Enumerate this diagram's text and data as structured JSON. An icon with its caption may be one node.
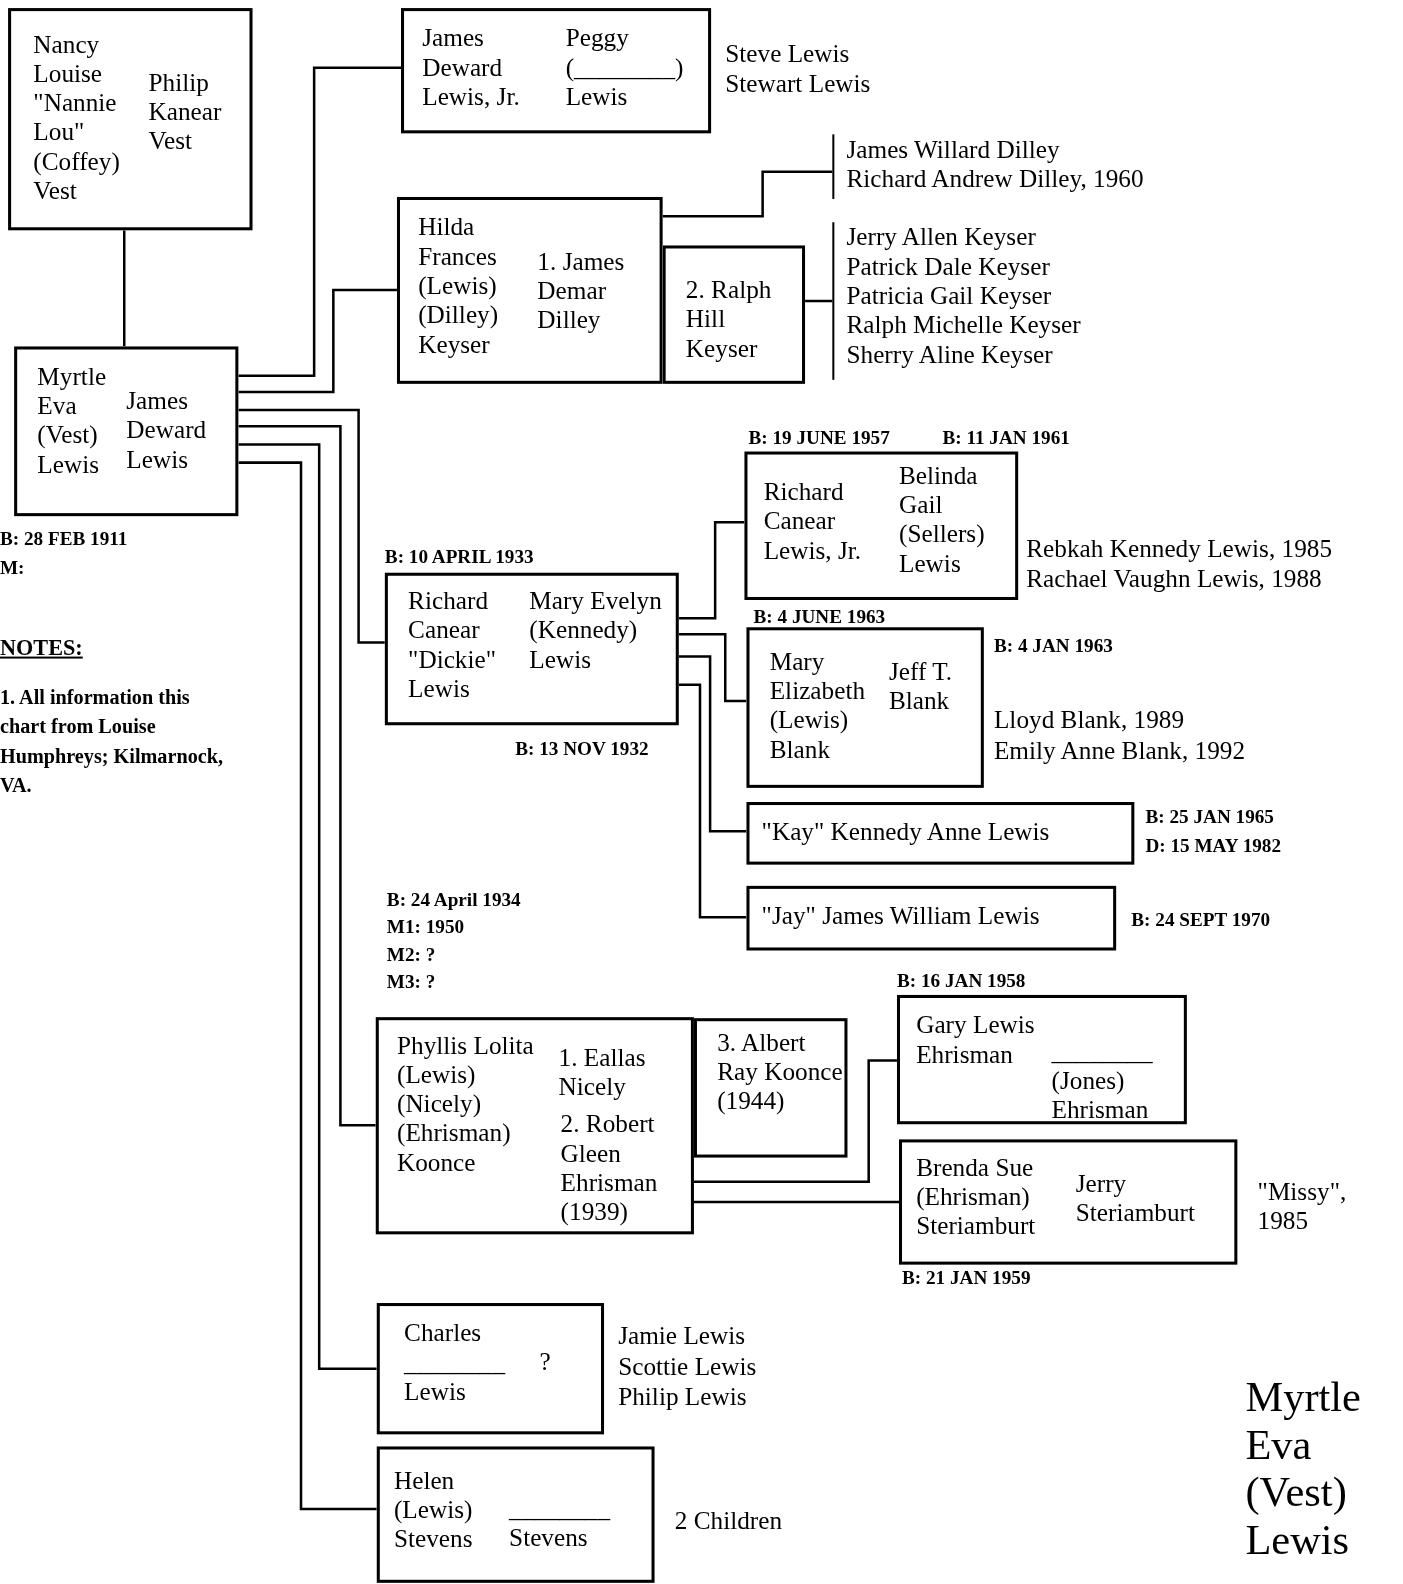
{
  "diagram": {
    "title": "Myrtle Eva (Vest) Lewis",
    "nodes": [
      {
        "text": [
          "Nancy Louise \"Nannie Lou\" (Coffey) Vest",
          "Philip Kanear Vest"
        ]
      },
      {
        "text": [
          "Myrtle Eva (Vest) Lewis",
          "James Deward Lewis"
        ],
        "beside": [
          "B: 28 FEB 1911",
          "M:"
        ]
      },
      {
        "text": [
          "James Deward Lewis, Jr.",
          "Peggy (________) Lewis"
        ],
        "beside": [
          "Steve Lewis",
          "Stewart Lewis"
        ]
      },
      {
        "text": [
          "Hilda Frances (Lewis) (Dilley) Keyser",
          "1. James Demar Dilley"
        ]
      },
      {
        "text": [
          "2. Ralph Hill Keyser"
        ]
      },
      {
        "text": [
          "James Willard Dilley",
          "Richard Andrew Dilley, 1960"
        ]
      },
      {
        "text": [
          "Jerry Allen Keyser",
          "Patrick Dale Keyser",
          "Patricia Gail Keyser",
          "Ralph Michelle Keyser",
          "Sherry Aline Keyser"
        ]
      },
      {
        "text": [
          "Richard Canear \"Dickie\" Lewis",
          "Mary Evelyn (Kennedy) Lewis"
        ],
        "beside": [
          "B: 10 APRIL 1933",
          "B: 13 NOV 1932"
        ]
      },
      {
        "text": [
          "Richard Canear Lewis, Jr.",
          "Belinda Gail (Sellers) Lewis"
        ],
        "beside": [
          "B: 19 JUNE 1957",
          "B: 11 JAN 1961",
          "Rebkah Kennedy Lewis, 1985",
          "Rachael Vaughn Lewis, 1988"
        ]
      },
      {
        "text": [
          "Mary Elizabeth (Lewis) Blank",
          "Jeff T. Blank"
        ],
        "beside": [
          "B: 4 JUNE 1963",
          "B: 4 JAN 1963",
          "Lloyd Blank, 1989",
          "Emily Anne Blank, 1992"
        ]
      },
      {
        "text": [
          "\"Kay\" Kennedy Anne Lewis"
        ],
        "beside": [
          "B: 25 JAN 1965",
          "D: 15 MAY 1982"
        ]
      },
      {
        "text": [
          "\"Jay\" James William Lewis"
        ],
        "beside": [
          "B: 24 SEPT 1970"
        ]
      },
      {
        "text": [
          "Phyllis Lolita (Lewis) (Nicely) (Ehrisman) Koonce",
          "1. Eallas Nicely",
          "2. Robert Gleen Ehrisman (1939)"
        ],
        "beside": [
          "B: 24 April 1934",
          "M1: 1950",
          "M2: ?",
          "M3: ?"
        ]
      },
      {
        "text": [
          "3. Albert Ray Koonce (1944)"
        ]
      },
      {
        "text": [
          "Gary Lewis Ehrisman",
          "________ (Jones) Ehrisman"
        ],
        "beside": [
          "B: 16 JAN 1958"
        ]
      },
      {
        "text": [
          "Brenda Sue (Ehrisman) Steriamburt",
          "Jerry Steriamburt"
        ],
        "beside": [
          "B: 21 JAN 1959",
          "\"Missy\", 1985"
        ]
      },
      {
        "text": [
          "Charles ________ Lewis",
          "?"
        ],
        "beside": [
          "Jamie Lewis",
          "Scottie Lewis",
          "Philip Lewis"
        ]
      },
      {
        "text": [
          "Helen (Lewis) Stevens",
          "________ Stevens"
        ],
        "beside": [
          "2 Children"
        ]
      }
    ],
    "edges": [
      {
        "from": 0,
        "to": 1,
        "arrow": "none"
      },
      {
        "from": 1,
        "to": 2,
        "arrow": "none"
      },
      {
        "from": 1,
        "to": 3,
        "arrow": "none"
      },
      {
        "from": 1,
        "to": 7,
        "arrow": "none"
      },
      {
        "from": 1,
        "to": 12,
        "arrow": "none"
      },
      {
        "from": 1,
        "to": 16,
        "arrow": "none"
      },
      {
        "from": 1,
        "to": 17,
        "arrow": "none"
      },
      {
        "from": 3,
        "to": 5,
        "arrow": "none"
      },
      {
        "from": 4,
        "to": 6,
        "arrow": "none"
      },
      {
        "from": 7,
        "to": 8,
        "arrow": "none"
      },
      {
        "from": 7,
        "to": 9,
        "arrow": "none"
      },
      {
        "from": 7,
        "to": 10,
        "arrow": "none"
      },
      {
        "from": 7,
        "to": 11,
        "arrow": "none"
      },
      {
        "from": 12,
        "to": 14,
        "arrow": "none"
      },
      {
        "from": 12,
        "to": 15,
        "arrow": "none"
      }
    ],
    "labels": [
      "NOTES:",
      "1. All information this chart from Louise Humphreys; Kilmarnock, VA."
    ]
  }
}
